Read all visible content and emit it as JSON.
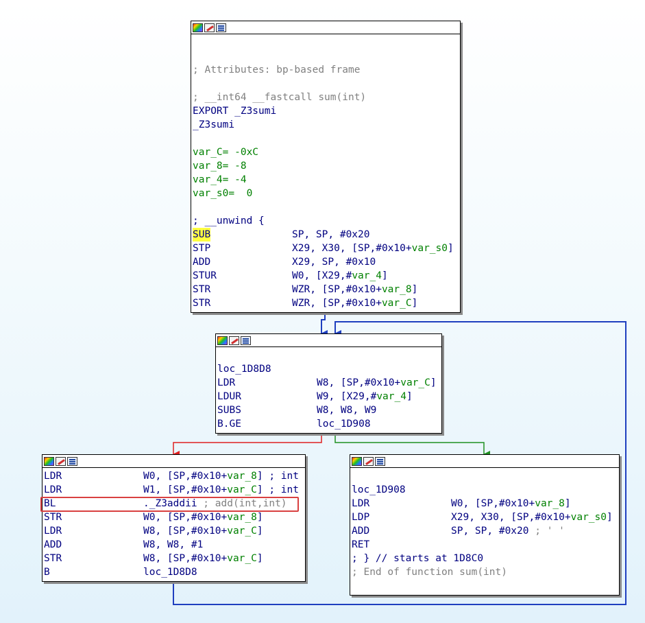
{
  "blocks": {
    "entry": {
      "lines": [
        {
          "text": ""
        },
        {
          "text": ""
        },
        {
          "text": "; Attributes: bp-based frame",
          "cls": "gray"
        },
        {
          "text": ""
        },
        {
          "text": "; __int64 __fastcall sum(int)",
          "cls": "gray"
        },
        {
          "text": "EXPORT _Z3sumi",
          "cls": "navy"
        },
        {
          "text": "_Z3sumi",
          "cls": "navy"
        },
        {
          "text": ""
        },
        {
          "text": "var_C= -0xC",
          "cls": "green"
        },
        {
          "text": "var_8= -8",
          "cls": "green"
        },
        {
          "text": "var_4= -4",
          "cls": "green"
        },
        {
          "text": "var_s0=  0",
          "cls": "green"
        },
        {
          "text": ""
        },
        {
          "text": "; __unwind {",
          "cls": "navy"
        }
      ],
      "instructions": [
        {
          "mnemonic": "SUB",
          "highlight": true,
          "operands": [
            {
              "t": "SP, SP, #0x20",
              "c": "navy"
            }
          ]
        },
        {
          "mnemonic": "STP",
          "operands": [
            {
              "t": "X29, X30, [SP,#0x10+",
              "c": "navy"
            },
            {
              "t": "var_s0",
              "c": "green"
            },
            {
              "t": "]",
              "c": "navy"
            }
          ]
        },
        {
          "mnemonic": "ADD",
          "operands": [
            {
              "t": "X29, SP, #0x10",
              "c": "navy"
            }
          ]
        },
        {
          "mnemonic": "STUR",
          "operands": [
            {
              "t": "W0, [X29,#",
              "c": "navy"
            },
            {
              "t": "var_4",
              "c": "green"
            },
            {
              "t": "]",
              "c": "navy"
            }
          ]
        },
        {
          "mnemonic": "STR",
          "operands": [
            {
              "t": "WZR, [SP,#0x10+",
              "c": "navy"
            },
            {
              "t": "var_8",
              "c": "green"
            },
            {
              "t": "]",
              "c": "navy"
            }
          ]
        },
        {
          "mnemonic": "STR",
          "operands": [
            {
              "t": "WZR, [SP,#0x10+",
              "c": "navy"
            },
            {
              "t": "var_C",
              "c": "green"
            },
            {
              "t": "]",
              "c": "navy"
            }
          ]
        }
      ]
    },
    "loop_head": {
      "lines": [
        {
          "text": ""
        },
        {
          "text": "loc_1D8D8",
          "cls": "navy"
        }
      ],
      "instructions": [
        {
          "mnemonic": "LDR",
          "operands": [
            {
              "t": "W8, [SP,#0x10+",
              "c": "navy"
            },
            {
              "t": "var_C",
              "c": "green"
            },
            {
              "t": "]",
              "c": "navy"
            }
          ]
        },
        {
          "mnemonic": "LDUR",
          "operands": [
            {
              "t": "W9, [X29,#",
              "c": "navy"
            },
            {
              "t": "var_4",
              "c": "green"
            },
            {
              "t": "]",
              "c": "navy"
            }
          ]
        },
        {
          "mnemonic": "SUBS",
          "operands": [
            {
              "t": "W8, W8, W9",
              "c": "navy"
            }
          ]
        },
        {
          "mnemonic": "B.GE",
          "operands": [
            {
              "t": "loc_1D908",
              "c": "navy"
            }
          ]
        }
      ]
    },
    "loop_body": {
      "instructions": [
        {
          "mnemonic": "LDR",
          "operands": [
            {
              "t": "W0, [SP,#0x10+",
              "c": "navy"
            },
            {
              "t": "var_8",
              "c": "green"
            },
            {
              "t": "] ; int",
              "c": "navy"
            }
          ]
        },
        {
          "mnemonic": "LDR",
          "operands": [
            {
              "t": "W1, [SP,#0x10+",
              "c": "navy"
            },
            {
              "t": "var_C",
              "c": "green"
            },
            {
              "t": "] ; int",
              "c": "navy"
            }
          ]
        },
        {
          "mnemonic": "BL",
          "operands": [
            {
              "t": "._Z3addii",
              "c": "navy"
            },
            {
              "t": " ; add(int,int)",
              "c": "gray"
            }
          ]
        },
        {
          "mnemonic": "STR",
          "operands": [
            {
              "t": "W0, [SP,#0x10+",
              "c": "navy"
            },
            {
              "t": "var_8",
              "c": "green"
            },
            {
              "t": "]",
              "c": "navy"
            }
          ]
        },
        {
          "mnemonic": "LDR",
          "operands": [
            {
              "t": "W8, [SP,#0x10+",
              "c": "navy"
            },
            {
              "t": "var_C",
              "c": "green"
            },
            {
              "t": "]",
              "c": "navy"
            }
          ]
        },
        {
          "mnemonic": "ADD",
          "operands": [
            {
              "t": "W8, W8, #1",
              "c": "navy"
            }
          ]
        },
        {
          "mnemonic": "STR",
          "operands": [
            {
              "t": "W8, [SP,#0x10+",
              "c": "navy"
            },
            {
              "t": "var_C",
              "c": "green"
            },
            {
              "t": "]",
              "c": "navy"
            }
          ]
        },
        {
          "mnemonic": "B",
          "operands": [
            {
              "t": "loc_1D8D8",
              "c": "navy"
            }
          ]
        }
      ]
    },
    "exit": {
      "lines": [
        {
          "text": ""
        },
        {
          "text": "loc_1D908",
          "cls": "navy"
        }
      ],
      "instructions": [
        {
          "mnemonic": "LDR",
          "operands": [
            {
              "t": "W0, [SP,#0x10+",
              "c": "navy"
            },
            {
              "t": "var_8",
              "c": "green"
            },
            {
              "t": "]",
              "c": "navy"
            }
          ]
        },
        {
          "mnemonic": "LDP",
          "operands": [
            {
              "t": "X29, X30, [SP,#0x10+",
              "c": "navy"
            },
            {
              "t": "var_s0",
              "c": "green"
            },
            {
              "t": "]",
              "c": "navy"
            }
          ]
        },
        {
          "mnemonic": "ADD",
          "operands": [
            {
              "t": "SP, SP, #0x20",
              "c": "navy"
            },
            {
              "t": " ; ' '",
              "c": "gray"
            }
          ]
        },
        {
          "mnemonic": "RET",
          "operands": []
        }
      ],
      "trailer": [
        {
          "text": "; } // starts at 1D8C0",
          "cls": "navy"
        },
        {
          "text": "; End of function sum(int)",
          "cls": "gray"
        }
      ]
    }
  },
  "colors": {
    "edge_unconditional": "#1f3fbf",
    "edge_false": "#e02020",
    "edge_true": "#209020",
    "highlight": "#ffff40",
    "call_box": "#d94040"
  }
}
